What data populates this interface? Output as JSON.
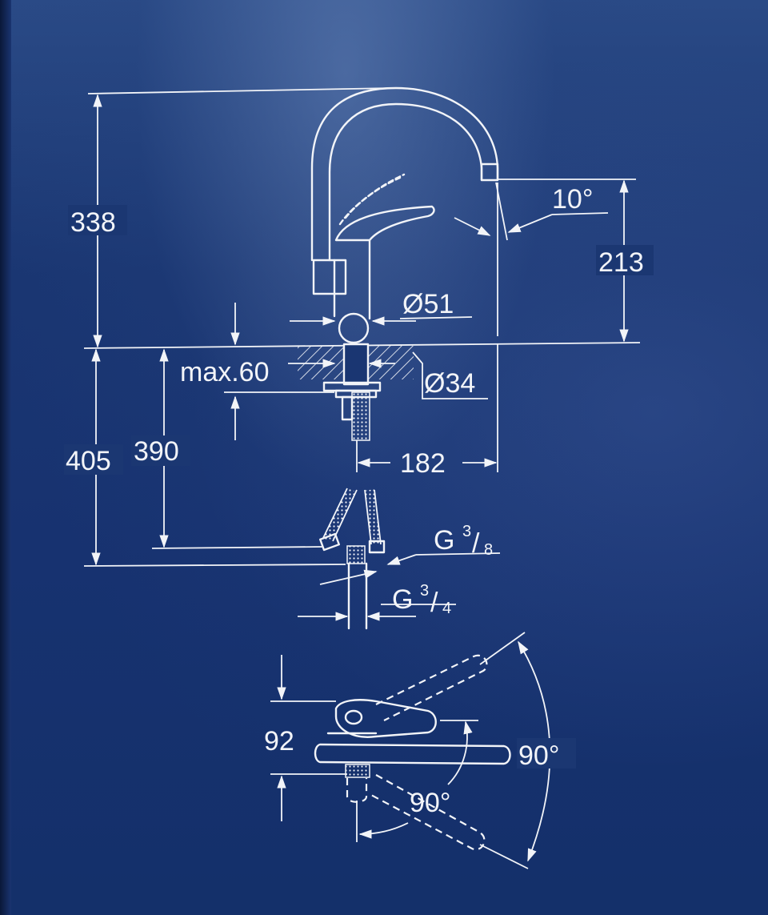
{
  "labels": {
    "height_total": "338",
    "spout_height": "213",
    "angle_spout": "10°",
    "spout_diameter": "Ø51",
    "deck_thickness": "max.60",
    "hole_diameter": "Ø34",
    "below_deck_total": "405",
    "hose_length": "390",
    "projection": "182",
    "connection_top_G": "G",
    "connection_top_num": "3",
    "connection_top_den": "8",
    "connection_bottom_G": "G",
    "connection_bottom_num": "3",
    "connection_bottom_den": "4",
    "lever_height": "92",
    "swivel_angle": "90°",
    "lever_angle": "90°"
  },
  "colors": {
    "background": "#17336e",
    "line": "#f2f4f8"
  }
}
